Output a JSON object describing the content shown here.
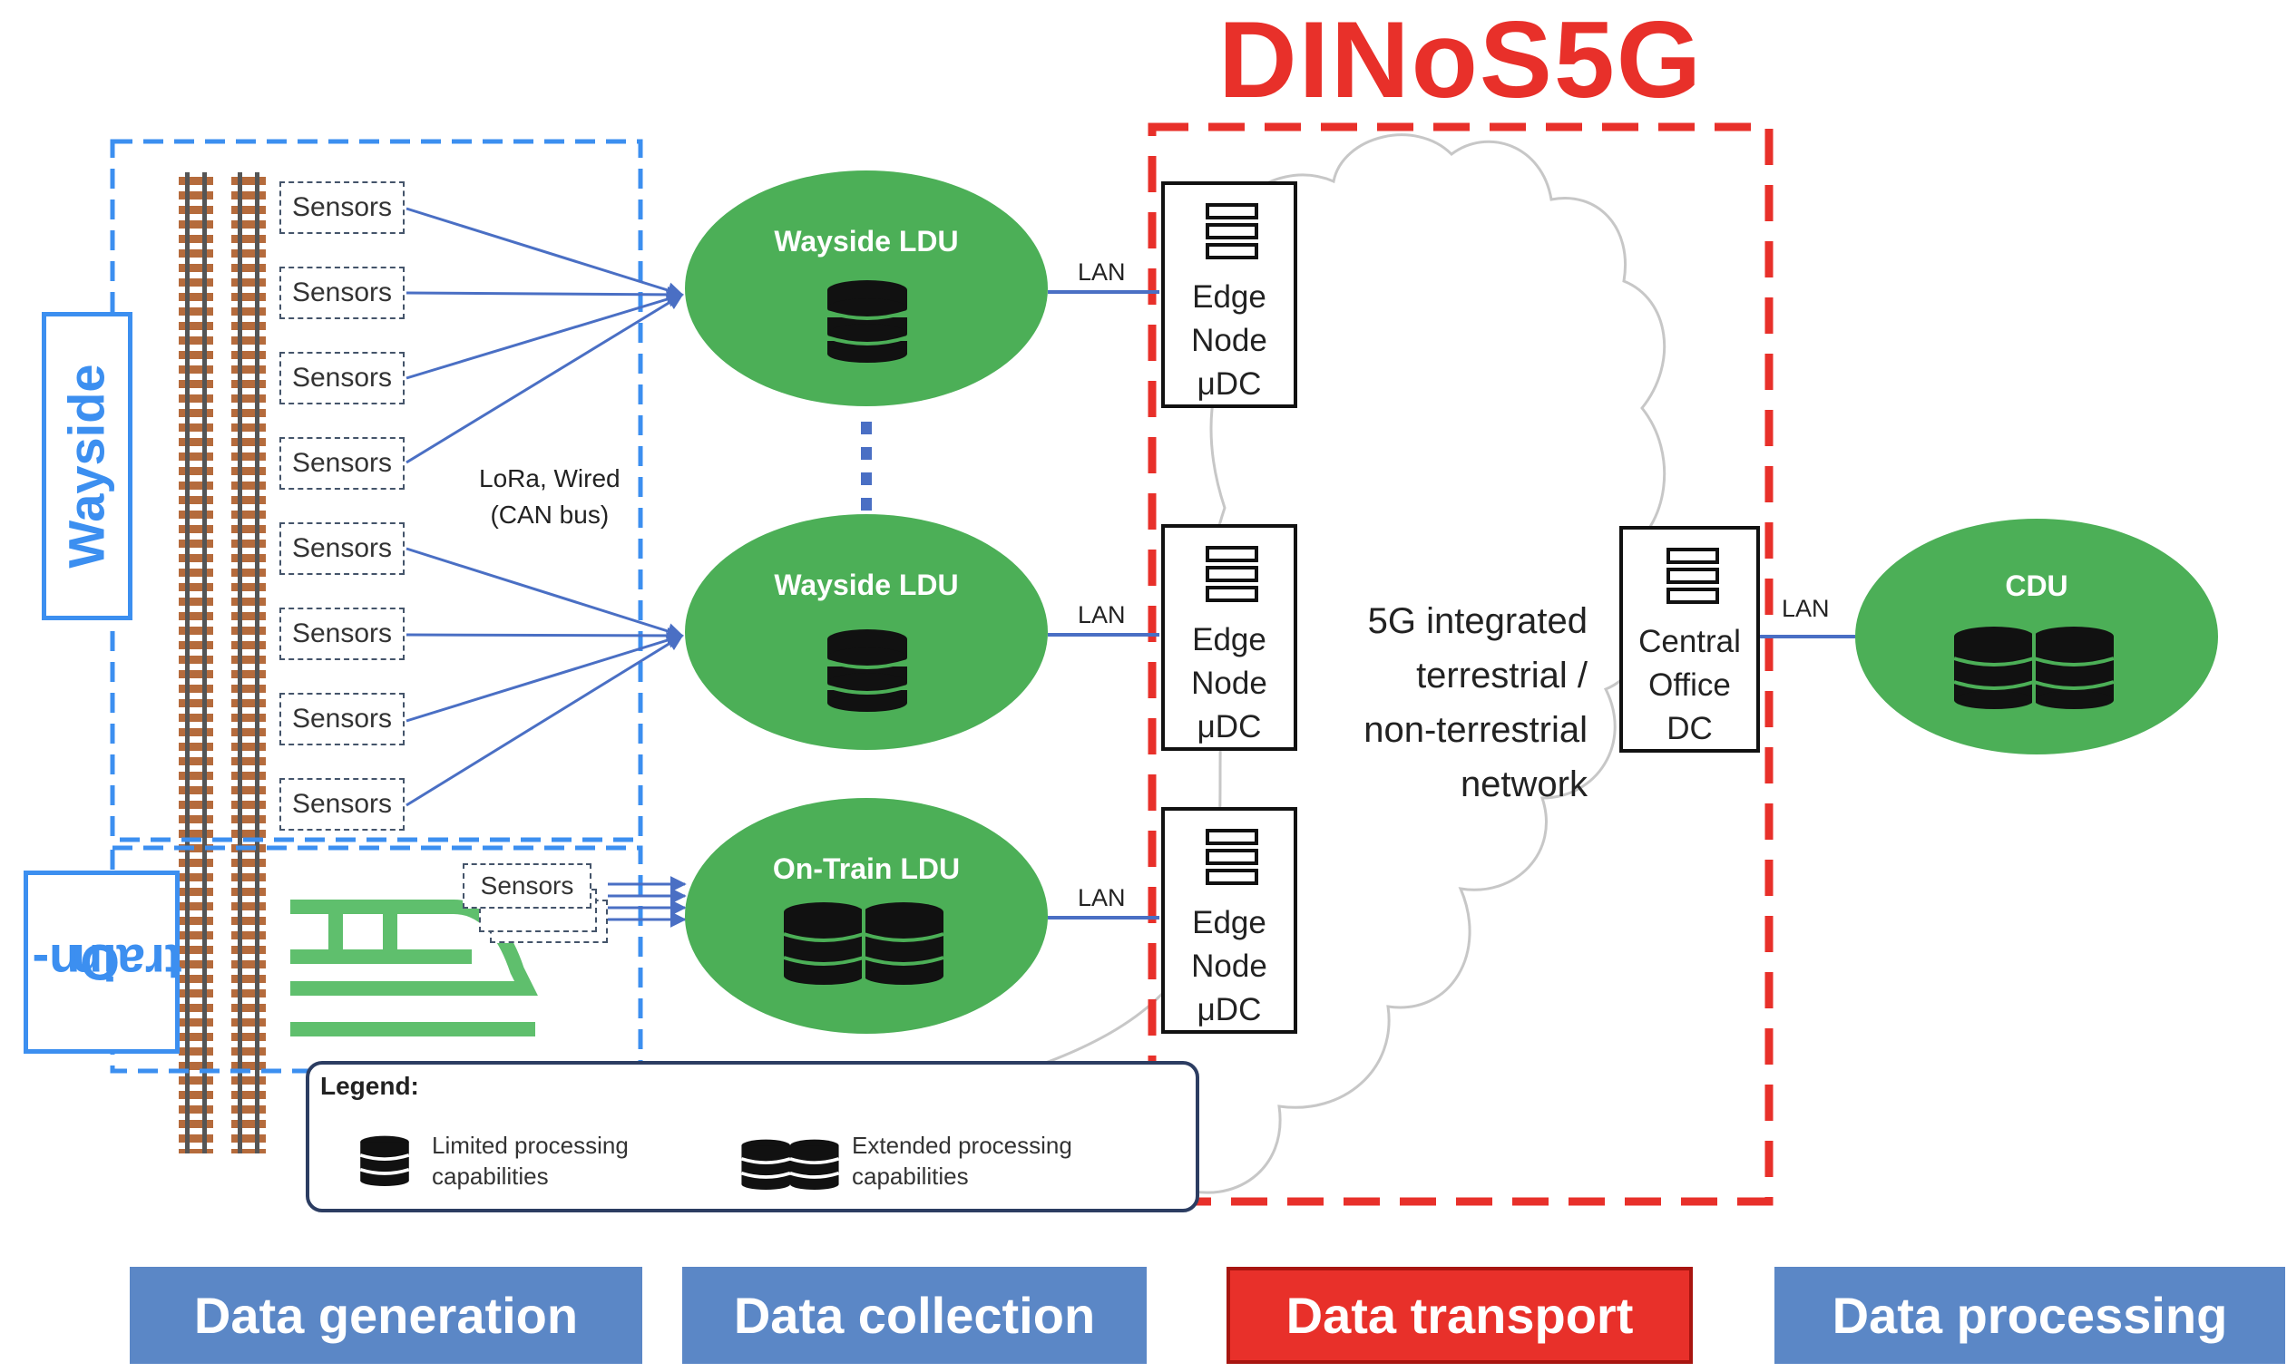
{
  "title": "DINoS5G",
  "side_labels": {
    "wayside": "Wayside",
    "on_train_1": "On-",
    "on_train_2": "train"
  },
  "sensor_label": "Sensors",
  "link_label": {
    "line1": "LoRa,  Wired",
    "line2": "(CAN bus)"
  },
  "ldus": [
    {
      "label": "Wayside LDU"
    },
    {
      "label": "Wayside LDU"
    },
    {
      "label": "On-Train LDU"
    }
  ],
  "lan_label": "LAN",
  "edge_node": {
    "line1": "Edge",
    "line2": "Node",
    "line3": "μDC"
  },
  "cloud": {
    "line1": "5G integrated",
    "line2": "terrestrial /",
    "line3": "non-terrestrial",
    "line4": "network"
  },
  "central_office": {
    "line1": "Central",
    "line2": "Office",
    "line3": "DC"
  },
  "cdu": {
    "label": "CDU"
  },
  "legend": {
    "title": "Legend:",
    "limited": "Limited processing capabilities",
    "extended": "Extended processing capabilities"
  },
  "phases": {
    "generation": "Data generation",
    "collection": "Data collection",
    "transport": "Data transport",
    "processing": "Data processing"
  },
  "colors": {
    "accent_red": "#e8302a",
    "accent_blue": "#3c8ff0",
    "ldu_green": "#4caf57",
    "phase_blue": "#5b87c6",
    "link_blue": "#4a6fc4"
  },
  "icons": {
    "db": "database-icon",
    "server": "server-icon",
    "train": "train-icon"
  }
}
